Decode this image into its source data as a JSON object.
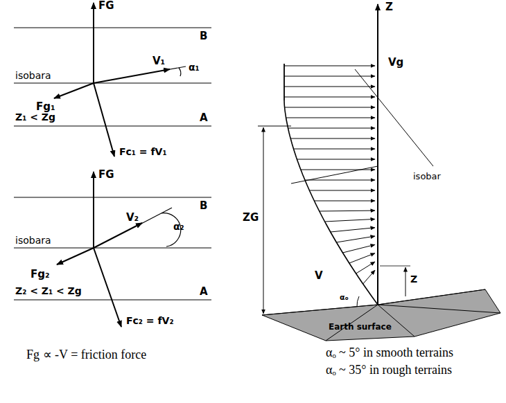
{
  "diagram": {
    "labels": [
      "FG",
      "B",
      "V₁",
      "α₁",
      "isobara",
      "Fg₁",
      "Z₁ < Zg",
      "A",
      "Fc₁ = fV₁",
      "FG",
      "B",
      "V₂",
      "α₂",
      "isobara",
      "Fg₂",
      "Z₂ < Z₁ < Zg",
      "A",
      "Fc₂ = fV₂",
      "Fg ∝ -V = friction force",
      "Z",
      "Vg",
      "isobar",
      "ZG",
      "V",
      "Z",
      "αₒ",
      "Earth surface",
      "αₒ ~  5° in smooth terrains",
      "αₒ ~ 35° in rough terrains"
    ]
  }
}
